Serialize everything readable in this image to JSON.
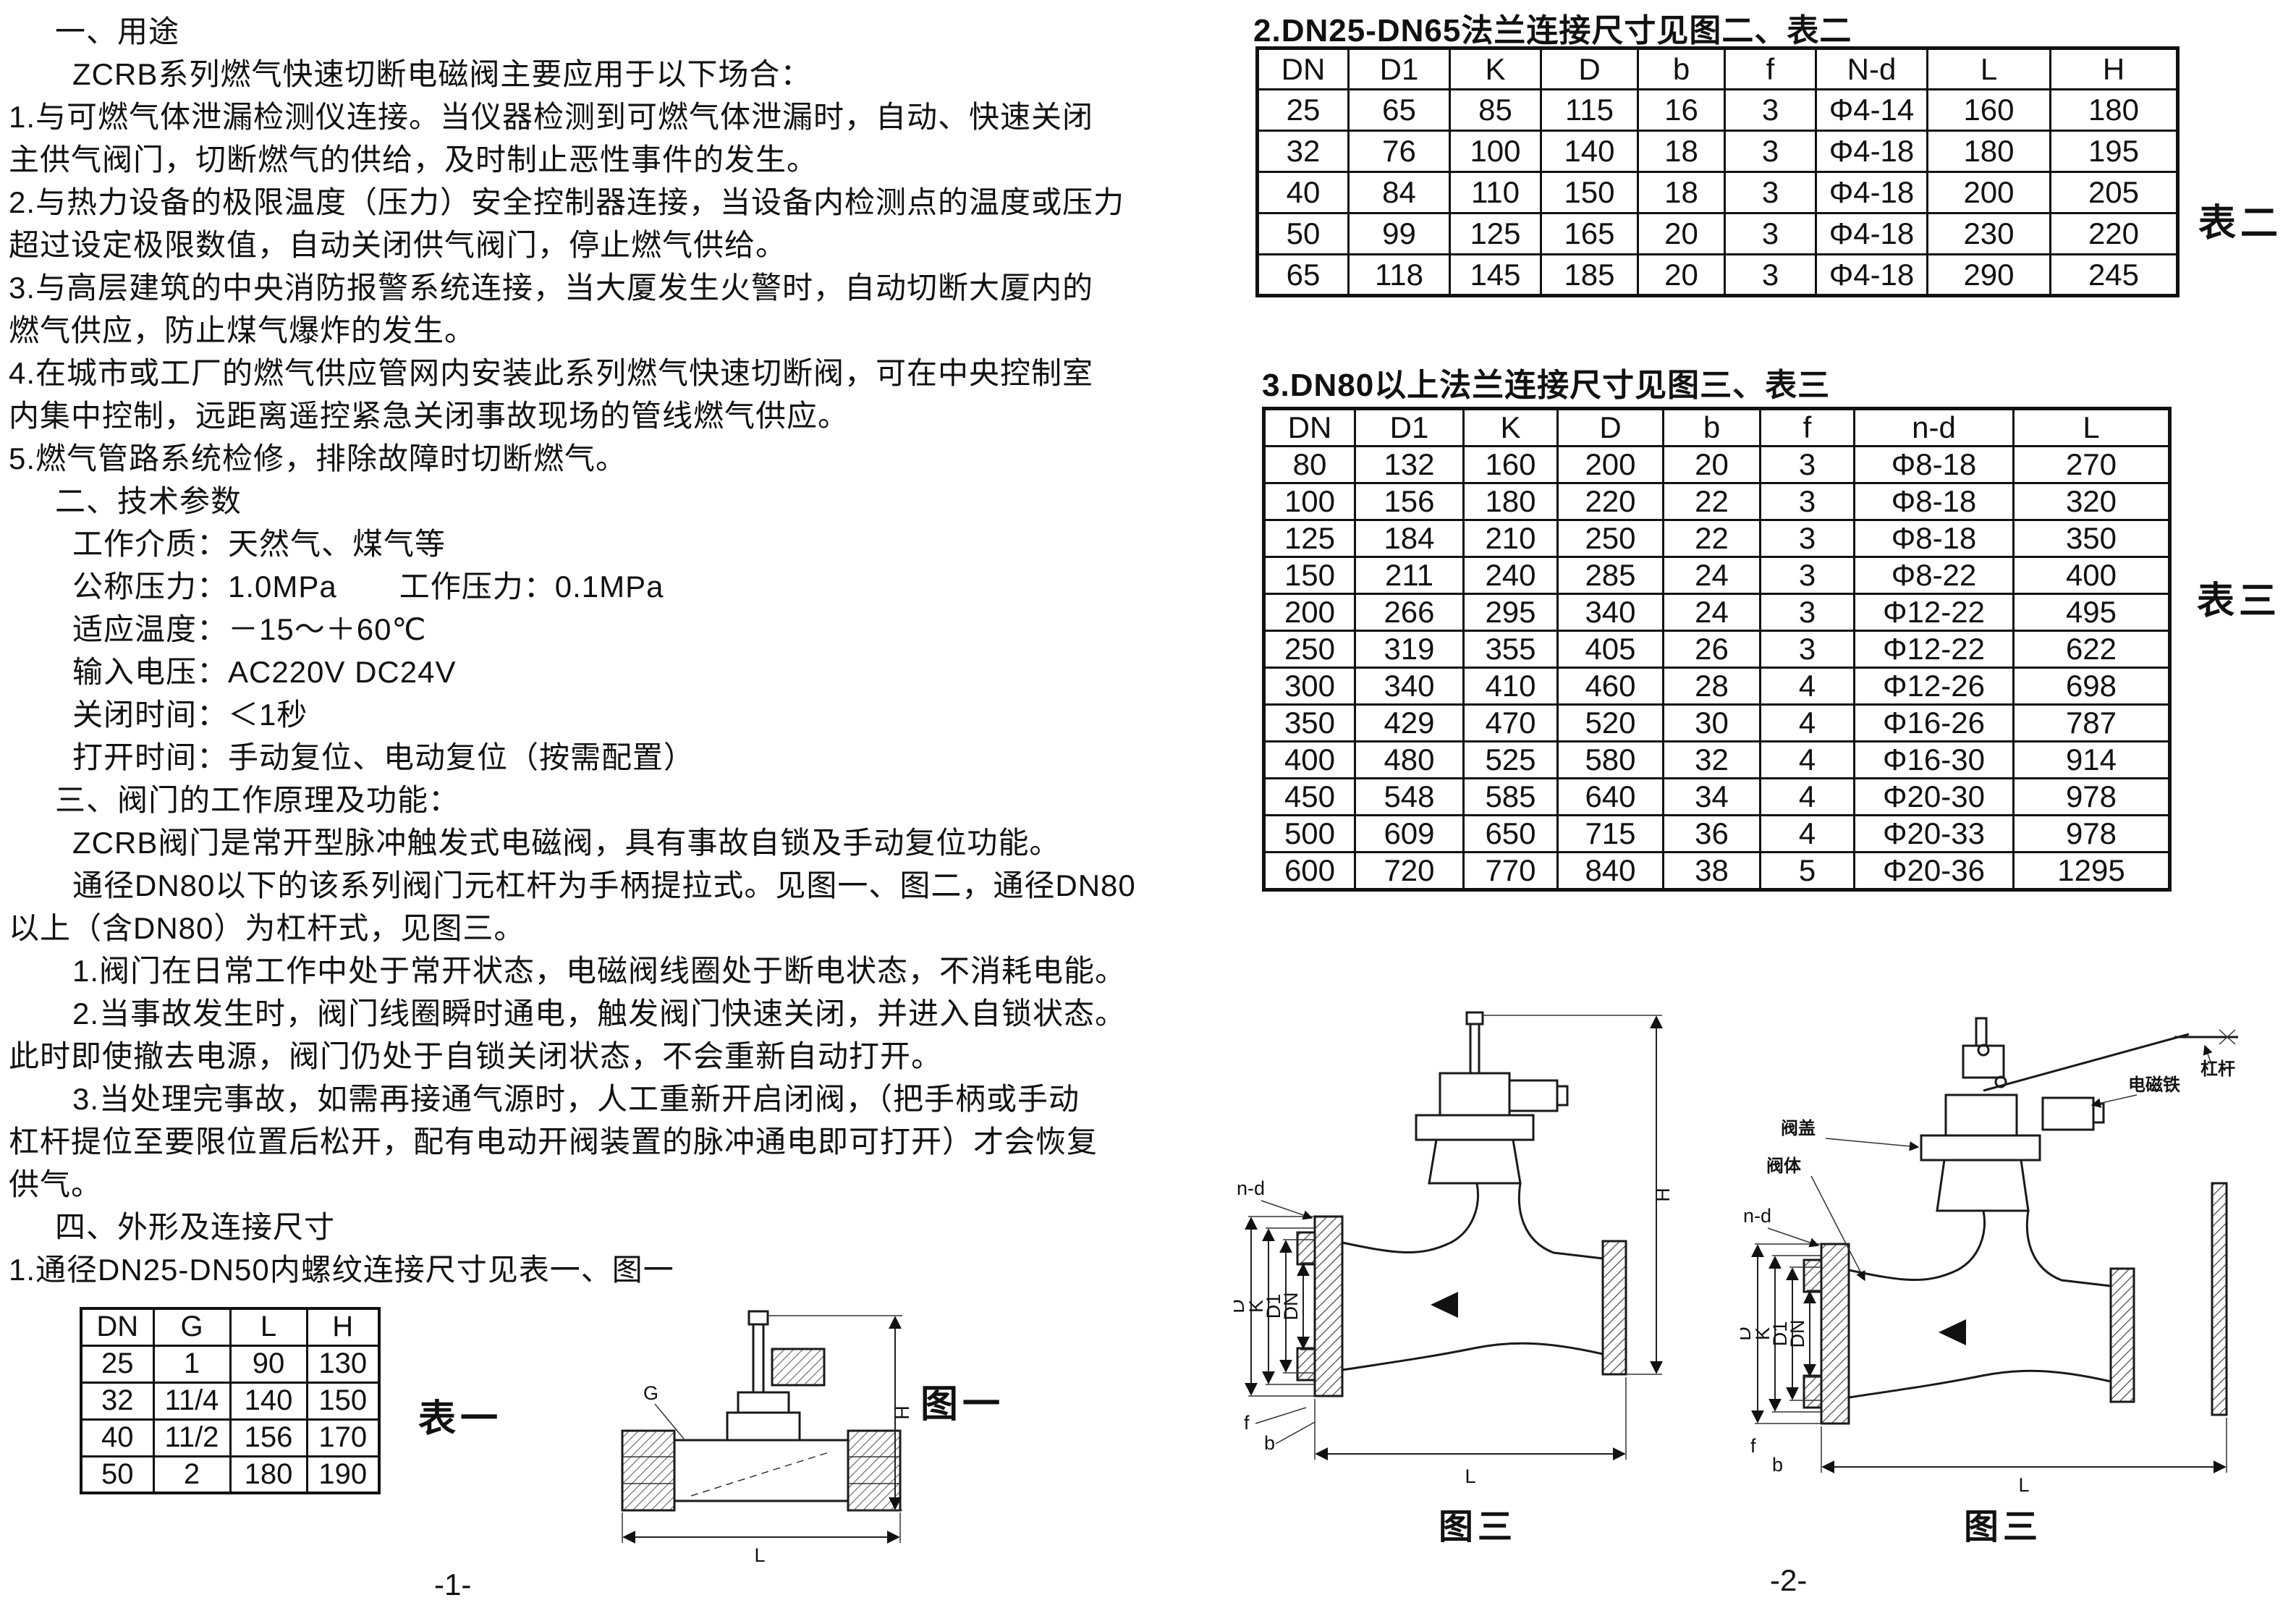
{
  "page1": {
    "lines": [
      {
        "indent": 1,
        "text": "一、用途"
      },
      {
        "indent": 2,
        "text": "ZCRB系列燃气快速切断电磁阀主要应用于以下场合："
      },
      {
        "indent": 0,
        "text": "1.与可燃气体泄漏检测仪连接。当仪器检测到可燃气体泄漏时，自动、快速关闭"
      },
      {
        "indent": 0,
        "text": "主供气阀门，切断燃气的供给，及时制止恶性事件的发生。"
      },
      {
        "indent": 0,
        "text": "2.与热力设备的极限温度（压力）安全控制器连接，当设备内检测点的温度或压力"
      },
      {
        "indent": 0,
        "text": "超过设定极限数值，自动关闭供气阀门，停止燃气供给。"
      },
      {
        "indent": 0,
        "text": "3.与高层建筑的中央消防报警系统连接，当大厦发生火警时，自动切断大厦内的"
      },
      {
        "indent": 0,
        "text": "燃气供应，防止煤气爆炸的发生。"
      },
      {
        "indent": 0,
        "text": "4.在城市或工厂的燃气供应管网内安装此系列燃气快速切断阀，可在中央控制室"
      },
      {
        "indent": 0,
        "text": "内集中控制，远距离遥控紧急关闭事故现场的管线燃气供应。"
      },
      {
        "indent": 0,
        "text": "5.燃气管路系统检修，排除故障时切断燃气。"
      },
      {
        "indent": 1,
        "text": "二、技术参数"
      },
      {
        "indent": 2,
        "text": "工作介质：天然气、煤气等"
      },
      {
        "indent": 2,
        "text": "公称压力：1.0MPa　　工作压力：0.1MPa"
      },
      {
        "indent": 2,
        "text": "适应温度：－15～＋60℃"
      },
      {
        "indent": 2,
        "text": "输入电压：AC220V DC24V"
      },
      {
        "indent": 2,
        "text": "关闭时间：＜1秒"
      },
      {
        "indent": 2,
        "text": "打开时间：手动复位、电动复位（按需配置）"
      },
      {
        "indent": 1,
        "text": "三、阀门的工作原理及功能："
      },
      {
        "indent": 2,
        "text": "ZCRB阀门是常开型脉冲触发式电磁阀，具有事故自锁及手动复位功能。"
      },
      {
        "indent": 2,
        "text": "通径DN80以下的该系列阀门元杠杆为手柄提拉式。见图一、图二，通径DN80"
      },
      {
        "indent": 0,
        "text": "以上（含DN80）为杠杆式，见图三。"
      },
      {
        "indent": 2,
        "text": "1.阀门在日常工作中处于常开状态，电磁阀线圈处于断电状态，不消耗电能。"
      },
      {
        "indent": 2,
        "text": "2.当事故发生时，阀门线圈瞬时通电，触发阀门快速关闭，并进入自锁状态。"
      },
      {
        "indent": 0,
        "text": "此时即使撤去电源，阀门仍处于自锁关闭状态，不会重新自动打开。"
      },
      {
        "indent": 2,
        "text": "3.当处理完事故，如需再接通气源时，人工重新开启闭阀，（把手柄或手动"
      },
      {
        "indent": 0,
        "text": "杠杆提位至要限位置后松开，配有电动开阀装置的脉冲通电即可打开）才会恢复"
      },
      {
        "indent": 0,
        "text": "供气。"
      },
      {
        "indent": 1,
        "text": "四、外形及连接尺寸"
      },
      {
        "indent": 0,
        "text": "1.通径DN25-DN50内螺纹连接尺寸见表一、图一"
      }
    ],
    "table1": {
      "label": "表一",
      "headers": [
        "DN",
        "G",
        "L",
        "H"
      ],
      "rows": [
        [
          "25",
          "1",
          "90",
          "130"
        ],
        [
          "32",
          "11/4",
          "140",
          "150"
        ],
        [
          "40",
          "11/2",
          "156",
          "170"
        ],
        [
          "50",
          "2",
          "180",
          "190"
        ]
      ]
    },
    "figure1": {
      "label": "图一",
      "g_label": "G",
      "h_label": "H",
      "l_label": "L"
    },
    "page_number": "-1-"
  },
  "page2": {
    "section2_heading": "2.DN25-DN65法兰连接尺寸见图二、表二",
    "table2": {
      "label": "表二",
      "headers": [
        "DN",
        "D1",
        "K",
        "D",
        "b",
        "f",
        "N-d",
        "L",
        "H"
      ],
      "rows": [
        [
          "25",
          "65",
          "85",
          "115",
          "16",
          "3",
          "Φ4-14",
          "160",
          "180"
        ],
        [
          "32",
          "76",
          "100",
          "140",
          "18",
          "3",
          "Φ4-18",
          "180",
          "195"
        ],
        [
          "40",
          "84",
          "110",
          "150",
          "18",
          "3",
          "Φ4-18",
          "200",
          "205"
        ],
        [
          "50",
          "99",
          "125",
          "165",
          "20",
          "3",
          "Φ4-18",
          "230",
          "220"
        ],
        [
          "65",
          "118",
          "145",
          "185",
          "20",
          "3",
          "Φ4-18",
          "290",
          "245"
        ]
      ]
    },
    "section3_heading": "3.DN80以上法兰连接尺寸见图三、表三",
    "table3": {
      "label": "表三",
      "headers": [
        "DN",
        "D1",
        "K",
        "D",
        "b",
        "f",
        "n-d",
        "L"
      ],
      "rows": [
        [
          "80",
          "132",
          "160",
          "200",
          "20",
          "3",
          "Φ8-18",
          "270"
        ],
        [
          "100",
          "156",
          "180",
          "220",
          "22",
          "3",
          "Φ8-18",
          "320"
        ],
        [
          "125",
          "184",
          "210",
          "250",
          "22",
          "3",
          "Φ8-18",
          "350"
        ],
        [
          "150",
          "211",
          "240",
          "285",
          "24",
          "3",
          "Φ8-22",
          "400"
        ],
        [
          "200",
          "266",
          "295",
          "340",
          "24",
          "3",
          "Φ12-22",
          "495"
        ],
        [
          "250",
          "319",
          "355",
          "405",
          "26",
          "3",
          "Φ12-22",
          "622"
        ],
        [
          "300",
          "340",
          "410",
          "460",
          "28",
          "4",
          "Φ12-26",
          "698"
        ],
        [
          "350",
          "429",
          "470",
          "520",
          "30",
          "4",
          "Φ16-26",
          "787"
        ],
        [
          "400",
          "480",
          "525",
          "580",
          "32",
          "4",
          "Φ16-30",
          "914"
        ],
        [
          "450",
          "548",
          "585",
          "640",
          "34",
          "4",
          "Φ20-30",
          "978"
        ],
        [
          "500",
          "609",
          "650",
          "715",
          "36",
          "4",
          "Φ20-33",
          "978"
        ],
        [
          "600",
          "720",
          "770",
          "840",
          "38",
          "5",
          "Φ20-36",
          "1295"
        ]
      ]
    },
    "figure_left": {
      "label": "图三",
      "nd_label": "n-d",
      "dims": [
        "D",
        "K",
        "D1",
        "DN"
      ],
      "l_label": "L",
      "h_label": "H",
      "b_label": "b",
      "f_label": "f"
    },
    "figure_right": {
      "label": "图三",
      "nd_label": "n-d",
      "dims": [
        "D",
        "K",
        "D1",
        "DN"
      ],
      "l_label": "L",
      "b_label": "b",
      "f_label": "f",
      "solenoid_label": "电磁铁",
      "lever_label": "杠杆",
      "cover_label": "阀盖",
      "body_label": "阀体"
    },
    "page_number": "-2-"
  }
}
